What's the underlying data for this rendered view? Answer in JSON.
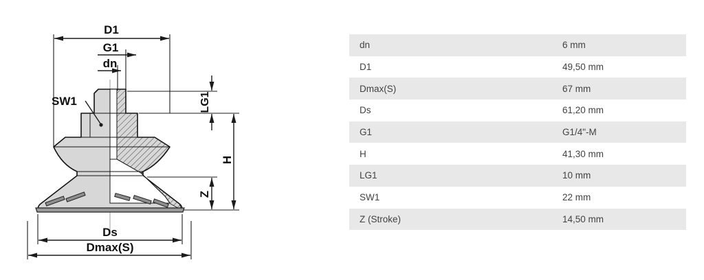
{
  "drawing": {
    "labels": {
      "d1": "D1",
      "g1": "G1",
      "dn": "dn",
      "sw1": "SW1",
      "lg1": "LG1",
      "h": "H",
      "z": "Z",
      "ds": "Ds",
      "dmax": "Dmax(S)"
    },
    "line_color": "#1b1b1b",
    "fill_color": "#d7d7d7"
  },
  "table": {
    "rows": [
      {
        "label": "dn",
        "value": "6 mm"
      },
      {
        "label": "D1",
        "value": "49,50 mm"
      },
      {
        "label": "Dmax(S)",
        "value": "67 mm"
      },
      {
        "label": "Ds",
        "value": "61,20 mm"
      },
      {
        "label": "G1",
        "value": "G1/4\"-M"
      },
      {
        "label": "H",
        "value": "41,30 mm"
      },
      {
        "label": "LG1",
        "value": "10 mm"
      },
      {
        "label": "SW1",
        "value": "22 mm"
      },
      {
        "label": "Z (Stroke)",
        "value": "14,50 mm"
      }
    ],
    "stripe_color": "#e8e8e8",
    "text_color": "#424242"
  }
}
